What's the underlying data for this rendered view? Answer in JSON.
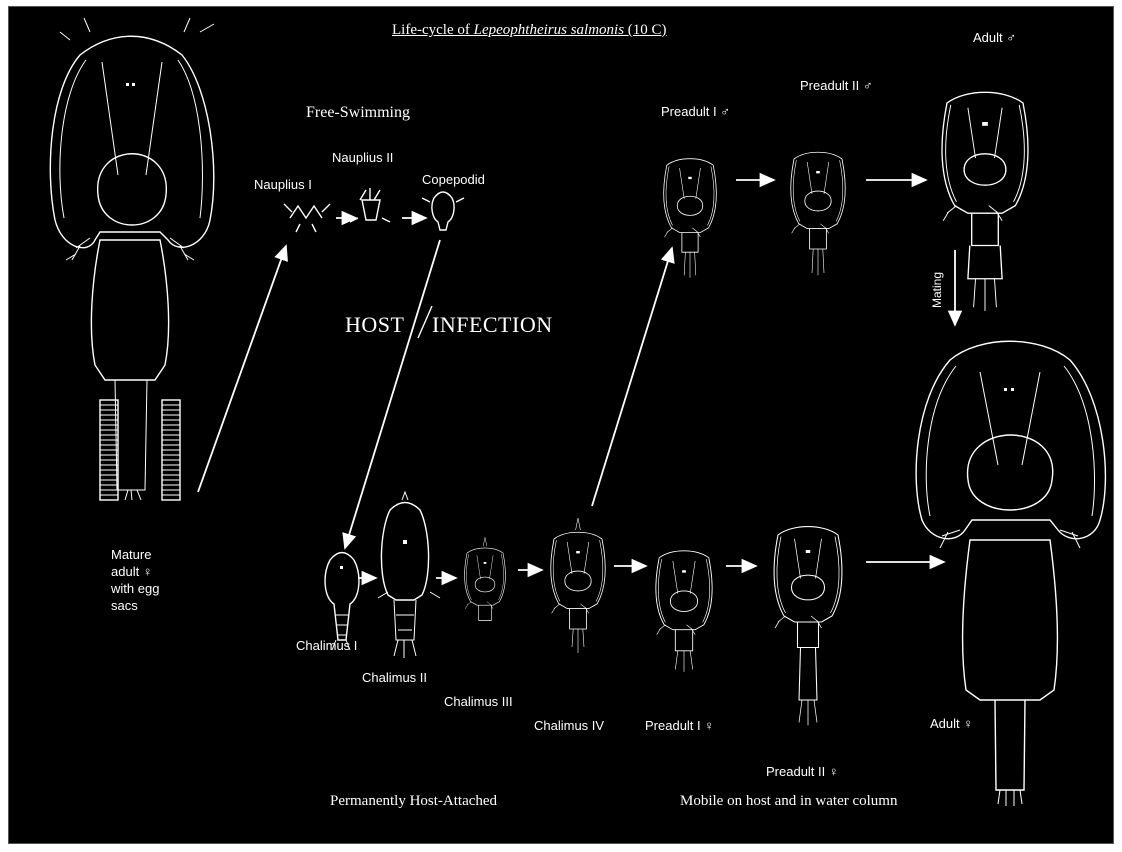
{
  "title": {
    "prefix": "Life-cycle of ",
    "species": "Lepeophtheirus salmonis",
    "suffix": " (10 C)"
  },
  "phases": {
    "free_swimming": "Free-Swimming",
    "host_infection_left": "HOST",
    "host_infection_right": "INFECTION",
    "permanently_attached": "Permanently Host-Attached",
    "mobile": "Mobile on host and in water column"
  },
  "stages": {
    "mature_adult_female": [
      "Mature",
      "adult ♀",
      "with egg",
      "sacs"
    ],
    "nauplius_1": "Nauplius I",
    "nauplius_2": "Nauplius II",
    "copepodid": "Copepodid",
    "chalimus_1": "Chalimus I",
    "chalimus_2": "Chalimus II",
    "chalimus_3": "Chalimus III",
    "chalimus_4": "Chalimus IV",
    "preadult_1_female": "Preadult I ♀",
    "preadult_2_female": "Preadult II ♀",
    "preadult_1_male": "Preadult I ♂",
    "preadult_2_male": "Preadult II ♂",
    "adult_male": "Adult ♂",
    "adult_female": "Adult ♀"
  },
  "mating": "Mating",
  "colors": {
    "background": "#000000",
    "ink": "#ffffff"
  }
}
